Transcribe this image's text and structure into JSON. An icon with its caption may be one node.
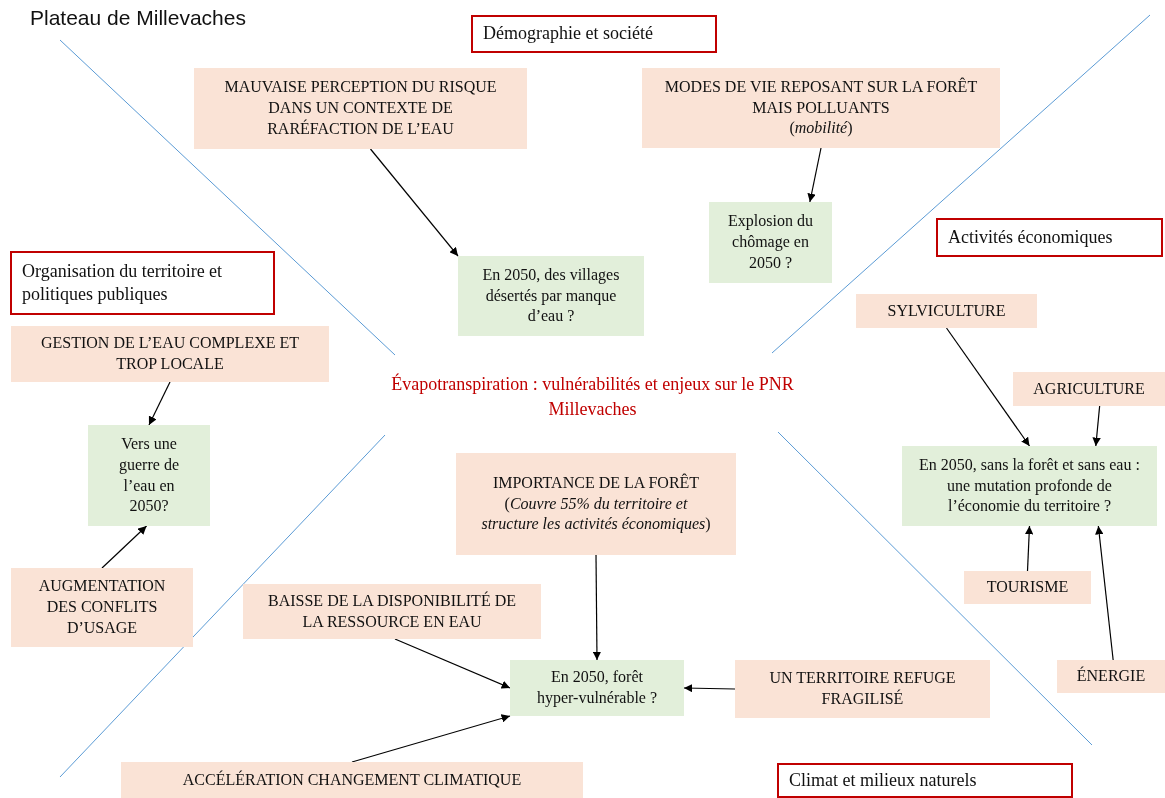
{
  "diagram": {
    "title": "Plateau de Millevaches",
    "nodes": [
      {
        "text": [
          "Démographie et société"
        ]
      },
      {
        "text": [
          "MAUVAISE PERCEPTION DU RISQUE DANS UN CONTEXTE DE RARÉFACTION DE L’EAU"
        ]
      },
      {
        "text": [
          "MODES DE VIE REPOSANT SUR LA FORÊT MAIS POLLUANTS",
          "(*mobilité*)"
        ]
      },
      {
        "text": [
          "Explosion du chômage en 2050 ?"
        ]
      },
      {
        "text": [
          "En 2050, des villages désertés par manque d’eau ?"
        ]
      },
      {
        "text": [
          "Activités économiques"
        ]
      },
      {
        "text": [
          "Organisation du territoire et politiques publiques"
        ]
      },
      {
        "text": [
          "SYLVICULTURE"
        ]
      },
      {
        "text": [
          "GESTION DE L’EAU COMPLEXE ET TROP LOCALE"
        ]
      },
      {
        "text": [
          "AGRICULTURE"
        ]
      },
      {
        "text": [
          "Vers une guerre de l’eau en 2050?"
        ]
      },
      {
        "text": [
          "En 2050, sans la forêt et sans eau : une mutation profonde de l’économie du territoire ?"
        ]
      },
      {
        "text": [
          "IMPORTANCE DE LA FORÊT",
          "(*Couvre 55% du territoire et structure les activités économiques*)"
        ]
      },
      {
        "text": [
          "AUGMENTATION DES CONFLITS D’USAGE"
        ]
      },
      {
        "text": [
          "TOURISME"
        ]
      },
      {
        "text": [
          "BAISSE DE LA DISPONIBILITÉ DE LA RESSOURCE EN EAU"
        ]
      },
      {
        "text": [
          "En 2050, forêt hyper-vulnérable ?"
        ]
      },
      {
        "text": [
          "UN TERRITOIRE REFUGE FRAGILISÉ"
        ]
      },
      {
        "text": [
          "ÉNERGIE"
        ]
      },
      {
        "text": [
          "ACCÉLÉRATION CHANGEMENT CLIMATIQUE"
        ]
      },
      {
        "text": [
          "Climat et milieux naturels"
        ]
      }
    ],
    "edges": [
      {
        "from": 1,
        "to": 4,
        "arrow": "to"
      },
      {
        "from": 2,
        "to": 3,
        "arrow": "to"
      },
      {
        "from": 8,
        "to": 10,
        "arrow": "to"
      },
      {
        "from": 13,
        "to": 10,
        "arrow": "to"
      },
      {
        "from": 7,
        "to": 11,
        "arrow": "to"
      },
      {
        "from": 9,
        "to": 11,
        "arrow": "to"
      },
      {
        "from": 14,
        "to": 11,
        "arrow": "to"
      },
      {
        "from": 18,
        "to": 11,
        "arrow": "to"
      },
      {
        "from": 12,
        "to": 16,
        "arrow": "to"
      },
      {
        "from": 15,
        "to": 16,
        "arrow": "to"
      },
      {
        "from": 17,
        "to": 16,
        "arrow": "to"
      },
      {
        "from": 19,
        "to": 16,
        "arrow": "to"
      }
    ],
    "labels": [
      "Évapotranspiration : vulnérabilités et enjeux sur le PNR Millevaches"
    ]
  }
}
